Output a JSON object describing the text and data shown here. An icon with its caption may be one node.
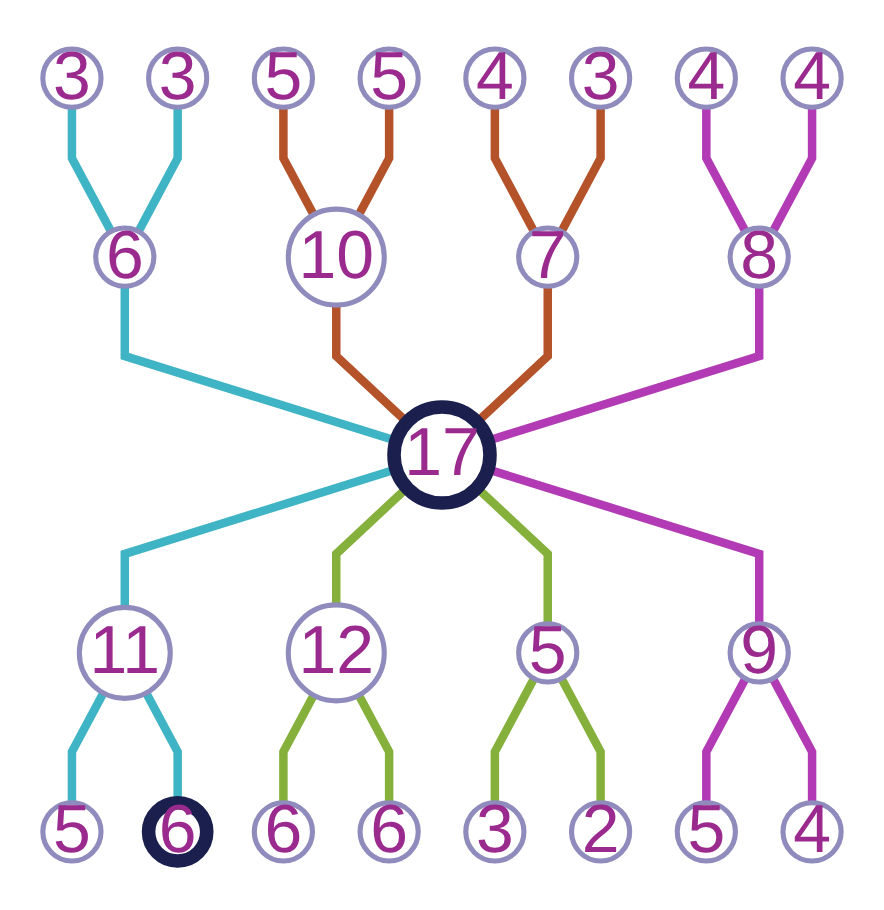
{
  "diagram": {
    "nodes": [
      {
        "text": [
          "17"
        ]
      },
      {
        "text": [
          "10"
        ]
      },
      {
        "text": [
          "7"
        ]
      },
      {
        "text": [
          "8"
        ]
      },
      {
        "text": [
          "9"
        ]
      },
      {
        "text": [
          "5"
        ]
      },
      {
        "text": [
          "12"
        ]
      },
      {
        "text": [
          "11"
        ]
      },
      {
        "text": [
          "6"
        ]
      },
      {
        "text": [
          "5"
        ]
      },
      {
        "text": [
          "5"
        ]
      },
      {
        "text": [
          "4"
        ]
      },
      {
        "text": [
          "3"
        ]
      },
      {
        "text": [
          "4"
        ]
      },
      {
        "text": [
          "4"
        ]
      },
      {
        "text": [
          "5"
        ]
      },
      {
        "text": [
          "4"
        ]
      },
      {
        "text": [
          "3"
        ]
      },
      {
        "text": [
          "2"
        ]
      },
      {
        "text": [
          "6"
        ]
      },
      {
        "text": [
          "6"
        ]
      },
      {
        "text": [
          "5"
        ]
      },
      {
        "text": [
          "6"
        ]
      },
      {
        "text": [
          "3"
        ]
      },
      {
        "text": [
          "3"
        ]
      }
    ],
    "edges": [
      {
        "from": 23,
        "to": 8,
        "arrow": "none",
        "color": "#3fb4c4"
      },
      {
        "from": 24,
        "to": 8,
        "arrow": "none",
        "color": "#3fb4c4"
      },
      {
        "from": 8,
        "to": 0,
        "arrow": "none",
        "color": "#3fb4c4"
      },
      {
        "from": 9,
        "to": 1,
        "arrow": "none",
        "color": "#b4532a"
      },
      {
        "from": 10,
        "to": 1,
        "arrow": "none",
        "color": "#b4532a"
      },
      {
        "from": 1,
        "to": 0,
        "arrow": "none",
        "color": "#b4532a"
      },
      {
        "from": 11,
        "to": 2,
        "arrow": "none",
        "color": "#b4532a"
      },
      {
        "from": 12,
        "to": 2,
        "arrow": "none",
        "color": "#b4532a"
      },
      {
        "from": 2,
        "to": 0,
        "arrow": "none",
        "color": "#b4532a"
      },
      {
        "from": 13,
        "to": 3,
        "arrow": "none",
        "color": "#b23bb5"
      },
      {
        "from": 14,
        "to": 3,
        "arrow": "none",
        "color": "#b23bb5"
      },
      {
        "from": 3,
        "to": 0,
        "arrow": "none",
        "color": "#b23bb5"
      },
      {
        "from": 0,
        "to": 7,
        "arrow": "none",
        "color": "#3fb4c4"
      },
      {
        "from": 7,
        "to": 21,
        "arrow": "none",
        "color": "#3fb4c4"
      },
      {
        "from": 7,
        "to": 22,
        "arrow": "none",
        "color": "#3fb4c4"
      },
      {
        "from": 0,
        "to": 6,
        "arrow": "none",
        "color": "#86b03c"
      },
      {
        "from": 6,
        "to": 19,
        "arrow": "none",
        "color": "#86b03c"
      },
      {
        "from": 6,
        "to": 20,
        "arrow": "none",
        "color": "#86b03c"
      },
      {
        "from": 0,
        "to": 5,
        "arrow": "none",
        "color": "#86b03c"
      },
      {
        "from": 5,
        "to": 17,
        "arrow": "none",
        "color": "#86b03c"
      },
      {
        "from": 5,
        "to": 18,
        "arrow": "none",
        "color": "#86b03c"
      },
      {
        "from": 0,
        "to": 4,
        "arrow": "none",
        "color": "#b23bb5"
      },
      {
        "from": 4,
        "to": 15,
        "arrow": "none",
        "color": "#b23bb5"
      },
      {
        "from": 4,
        "to": 16,
        "arrow": "none",
        "color": "#b23bb5"
      }
    ]
  }
}
